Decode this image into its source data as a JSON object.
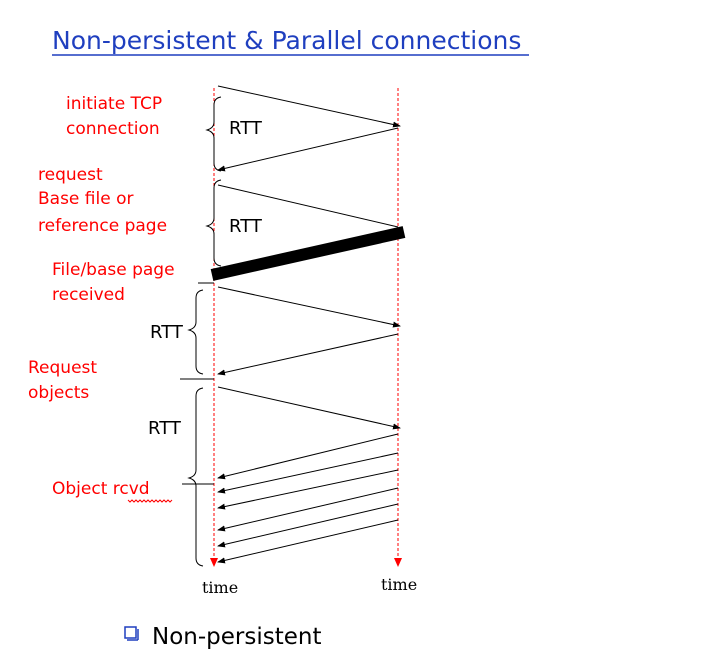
{
  "title": "Non-persistent & Parallel connections",
  "colors": {
    "title": "#1f3fbf",
    "label": "#ff0000",
    "line": "#000000",
    "timeline": "#ff0000"
  },
  "labels": {
    "initiate_tcp_line1": "initiate TCP",
    "initiate_tcp_line2": "connection",
    "request_line1": "request",
    "request_line2": "Base file or",
    "request_line3": "reference page",
    "file_received_line1": "File/base page",
    "file_received_line2": "received",
    "request_objects_line1": "Request",
    "request_objects_line2": "objects",
    "object_rcvd": "Object rcvd"
  },
  "rtt_labels": [
    "RTT",
    "RTT",
    "RTT",
    "RTT"
  ],
  "time_labels": [
    "time",
    "time"
  ],
  "bullet": {
    "icon": "checkbox-bullet-icon",
    "text": "Non-persistent"
  }
}
